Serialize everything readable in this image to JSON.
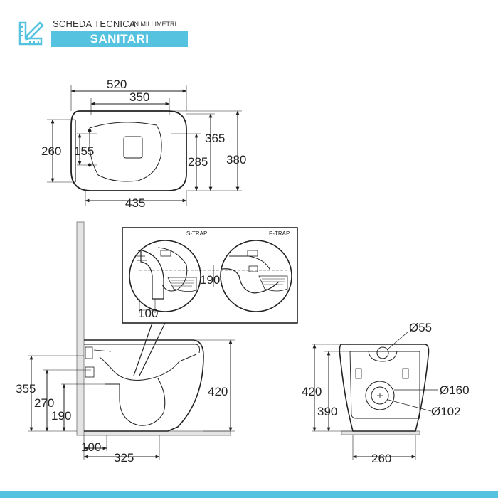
{
  "header": {
    "title": "SCHEDA TECNICA",
    "subtitle": "IN MILLIMETRI",
    "banner": "SANITARI",
    "accent_color": "#55c3e0",
    "icon": "ruler-pencil-icon"
  },
  "top_view": {
    "width_total": "520",
    "width_inner": "350",
    "width_bottom": "435",
    "height_left": "260",
    "height_inner": "155",
    "depth_365": "365",
    "depth_285": "285",
    "depth_380": "380"
  },
  "detail_view": {
    "s_trap_label": "S-TRAP",
    "p_trap_label": "P-TRAP",
    "height_190": "190",
    "offset_100": "100"
  },
  "side_view": {
    "h355": "355",
    "h270": "270",
    "h190": "190",
    "h420": "420",
    "w100": "100",
    "w325": "325"
  },
  "front_view": {
    "d55": "Ø55",
    "d160": "Ø160",
    "d102": "Ø102",
    "h420": "420",
    "h390": "390",
    "w260": "260"
  }
}
